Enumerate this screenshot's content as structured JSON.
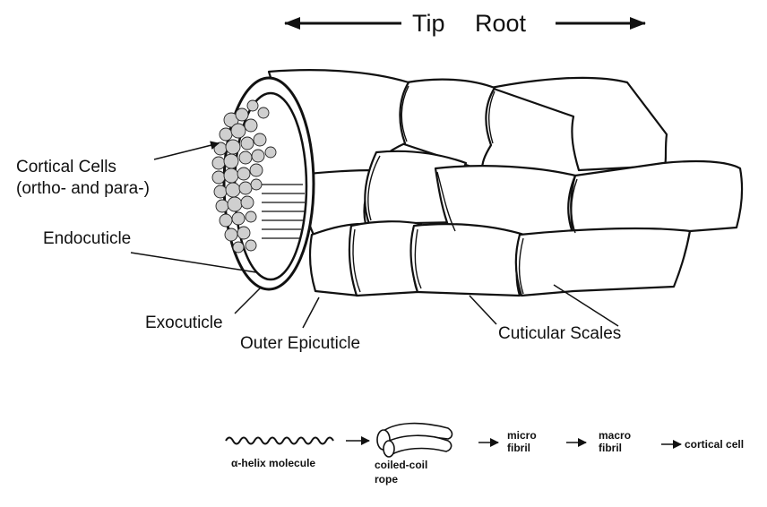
{
  "header": {
    "left": "Tip",
    "right": "Root"
  },
  "labels": {
    "cortical_line1": "Cortical Cells",
    "cortical_line2": "(ortho- and para-)",
    "endocuticle": "Endocuticle",
    "exocuticle": "Exocuticle",
    "outer_epicuticle": "Outer Epicuticle",
    "cuticular_scales": "Cuticular Scales"
  },
  "hierarchy": {
    "alpha_helix": "α-helix molecule",
    "coiled_coil_1": "coiled-coil",
    "coiled_coil_2": "rope",
    "micro_1": "micro",
    "micro_2": "fibril",
    "macro_1": "macro",
    "macro_2": "fibril",
    "cortical_cell": "cortical cell"
  }
}
